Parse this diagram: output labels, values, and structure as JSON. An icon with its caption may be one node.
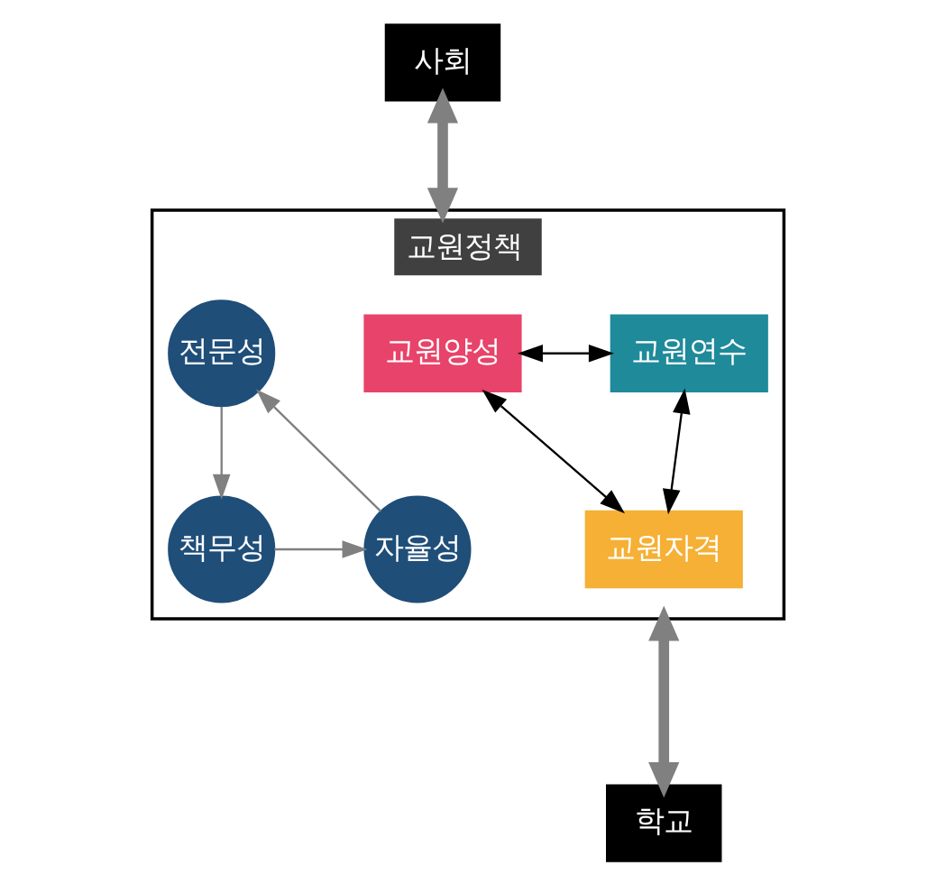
{
  "diagram": {
    "nodes": [
      {
        "text": [
          "사회"
        ]
      },
      {
        "text": [
          "교원정책"
        ]
      },
      {
        "text": [
          "교원양성"
        ],
        "in": 1
      },
      {
        "text": [
          "교원연수"
        ],
        "in": 1
      },
      {
        "text": [
          "전문성"
        ],
        "in": 1
      },
      {
        "text": [
          "자율성"
        ],
        "in": 1
      },
      {
        "text": [
          "책무성"
        ],
        "in": 1
      },
      {
        "text": [
          "교원자격"
        ],
        "in": 1
      },
      {
        "text": [
          "학교"
        ]
      }
    ],
    "edges": [
      {
        "from": 0,
        "to": 1,
        "arrow": "both",
        "style": "thick"
      },
      {
        "from": 2,
        "to": 3,
        "arrow": "both",
        "color": "#000000"
      },
      {
        "from": 5,
        "to": 4,
        "arrow": "to"
      },
      {
        "from": 4,
        "to": 6,
        "arrow": "to"
      },
      {
        "from": 6,
        "to": 5,
        "arrow": "to"
      },
      {
        "from": 2,
        "to": 7,
        "arrow": "both",
        "color": "#000000"
      },
      {
        "from": 3,
        "to": 7,
        "arrow": "both",
        "color": "#000000"
      },
      {
        "from": 1,
        "to": 8,
        "arrow": "both",
        "style": "thick"
      }
    ]
  }
}
